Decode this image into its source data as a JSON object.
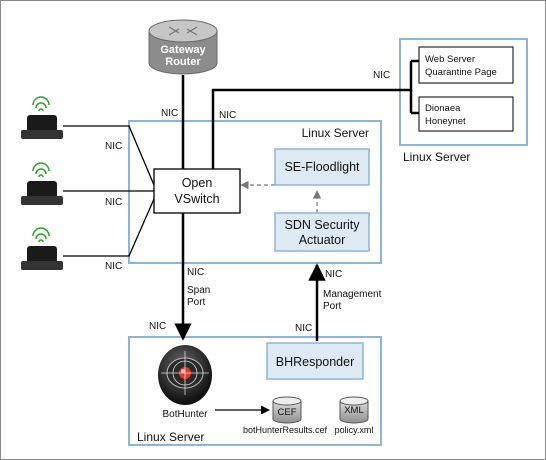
{
  "gateway": {
    "line1": "Gateway",
    "line2": "Router"
  },
  "server_main": {
    "title": "Linux Server",
    "switch": {
      "line1": "Open",
      "line2": "VSwitch"
    },
    "floodlight": "SE-Floodlight",
    "actuator": {
      "line1": "SDN Security",
      "line2": "Actuator"
    }
  },
  "server_right": {
    "title": "Linux Server",
    "web": {
      "line1": "Web Server",
      "line2": "Quarantine Page"
    },
    "honeynet": {
      "line1": "Dionaea",
      "line2": "Honeynet"
    }
  },
  "server_bottom": {
    "title": "Linux Server",
    "responder": "BHResponder",
    "bothunter": "BotHunter",
    "cef": {
      "tag": "CEF",
      "filename": "botHunterResults.cef"
    },
    "xml": {
      "tag": "XML",
      "filename": "policy.xml"
    }
  },
  "labels": {
    "nic": "NIC",
    "span": {
      "line1": "Span",
      "line2": "Port"
    },
    "mgmt": {
      "line1": "Management",
      "line2": "Port"
    }
  }
}
